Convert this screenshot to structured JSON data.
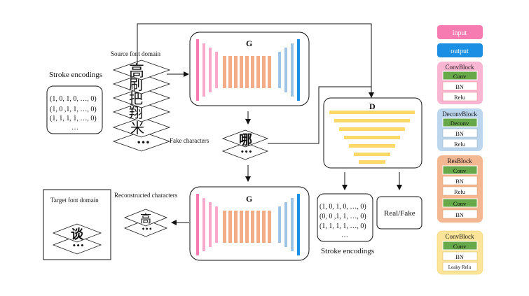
{
  "labels": {
    "stroke_encodings_left": "Stroke encodings",
    "source_font_domain": "Source font domain",
    "fake_characters": "Fake characters",
    "target_font_domain": "Target font domain",
    "reconstructed_characters": "Reconstructed characters",
    "stroke_encodings_bottom": "Stroke encodings",
    "real_fake": "Real/Fake",
    "generator_top": "G",
    "generator_bottom": "G",
    "discriminator": "D"
  },
  "encodings_left": [
    "(1, 0, 1, 0, …, 0)",
    "(1, 0 ,1, 1, …, 0)",
    "(1, 1, 1, 1, …, 0)",
    "…"
  ],
  "encodings_bottom": [
    "(1, 0, 1, 0, …, 0)",
    "(0, 0 ,1, 1, …, 0)",
    "(1, 1, 1, 1, …, 0)",
    "…"
  ],
  "glyphs": {
    "source_stack": [
      "高",
      "刷",
      "把",
      "翔",
      "米"
    ],
    "fake": "哪",
    "reconstructed": "高",
    "target": "谈",
    "ellipsis": "•••"
  },
  "legend": {
    "input": "input",
    "output": "output",
    "convblock_title": "ConvBlock",
    "convblock_items": [
      "Conv",
      "BN",
      "Relu"
    ],
    "deconvblock_title": "DeconvBlock",
    "deconvblock_items": [
      "Deconv",
      "BN",
      "Relu"
    ],
    "resblock_title": "ResBlock",
    "resblock_items": [
      "Conv",
      "BN",
      "Relu",
      "Conv",
      "BN"
    ],
    "convblock2_title": "ConvBlock",
    "convblock2_items": [
      "Conv",
      "BN",
      "Leaky Relu"
    ]
  },
  "colors": {
    "pink": "#f57bb0",
    "pink_light": "#f7a8cb",
    "blue": "#1a8fe3",
    "blue_light": "#9fc4e6",
    "orange": "#f2ad86",
    "green": "#66a84a",
    "yellow": "#fbd867",
    "pink_bg": "#f9b6d3",
    "blue_bg": "#bcd6ee",
    "orange_bg": "#f3b792",
    "yellow_bg": "#fce59a"
  }
}
